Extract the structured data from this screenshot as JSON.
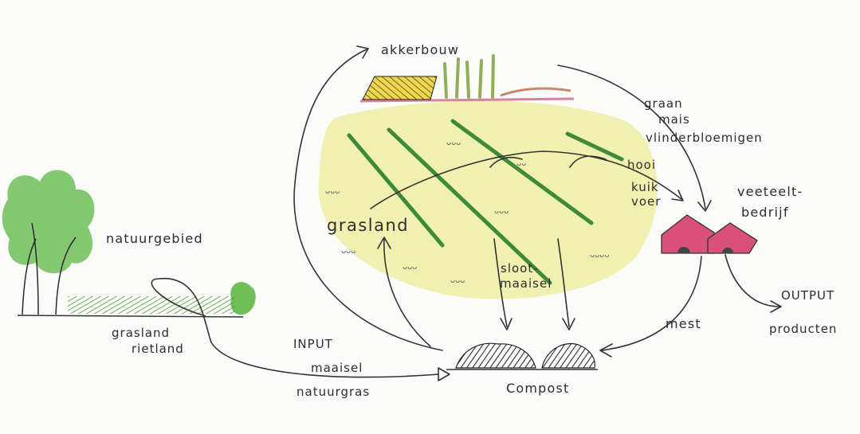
{
  "labels": {
    "akkerbouw": "akkerbouw",
    "graan": "graan",
    "mais": "mais",
    "vlinderbloemigen": "vlinderbloemigen",
    "hooi": "hooi",
    "kuikvoer_1": "kuik",
    "kuikvoer_2": "voer",
    "veeteelt_1": "veeteelt-",
    "veeteelt_2": "bedrijf",
    "grasland": "grasland",
    "natuurgebied": "natuurgebied",
    "grasland_rietland_1": "grasland",
    "grasland_rietland_2": "rietland",
    "slootmaaisel_1": "sloot-",
    "slootmaaisel_2": "maaisel",
    "mest": "mest",
    "output": "OUTPUT",
    "producten": "producten",
    "input": "INPUT",
    "maaisel": "maaisel",
    "natuurgras": "natuurgras",
    "compost": "Compost"
  },
  "colors": {
    "ink": "#333333",
    "grass_field": "#eef0a8",
    "grass_strip": "#3f8a3a",
    "tree_green": "#6fbf5a",
    "farm_pink": "#d9507a",
    "crop_yellow": "#f0d64a",
    "compost_dark": "#555555"
  }
}
